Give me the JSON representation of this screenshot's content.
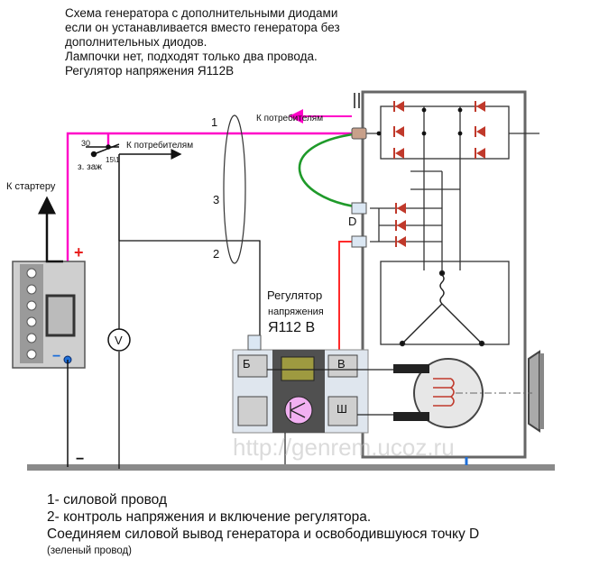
{
  "header": {
    "lines": [
      "Схема генератора с дополнительными диодами",
      "если он устанавливается вместо генератора без",
      "дополнительных диодов.",
      "Лампочки нет, подходят только два провода.",
      "Регулятор напряжения Я112В"
    ]
  },
  "labels": {
    "to_consumers_top": "К потребителям",
    "to_consumers_switch": "К потребителям",
    "to_starter": "К стартеру",
    "ignition": "з. заж",
    "terminal_30": "30",
    "terminal_15": "15\\1",
    "wire_1": "1",
    "wire_2": "2",
    "wire_3": "3",
    "point_d": "D",
    "plus": "+",
    "minus": "−",
    "voltmeter": "V",
    "regulator_title_1": "Регулятор",
    "regulator_title_2": "напряжения",
    "regulator_model": "Я112 В",
    "reg_b": "Б",
    "reg_v": "В",
    "reg_sh": "Ш",
    "watermark": "http://genrem.ucoz.ru"
  },
  "legend": {
    "line1": "1- силовой провод",
    "line2": "2- контроль напряжения и включение регулятора.",
    "line3": "Соединяем силовой вывод генератора и освободившуюся точку  D",
    "line4": "(зеленый провод)"
  },
  "colors": {
    "power_wire": "#ff00c8",
    "green_wire": "#1f9a2a",
    "red_wire": "#ff2a2a",
    "ground": "#8a8a8a",
    "diode": "#c0392b",
    "body": "#555555"
  }
}
